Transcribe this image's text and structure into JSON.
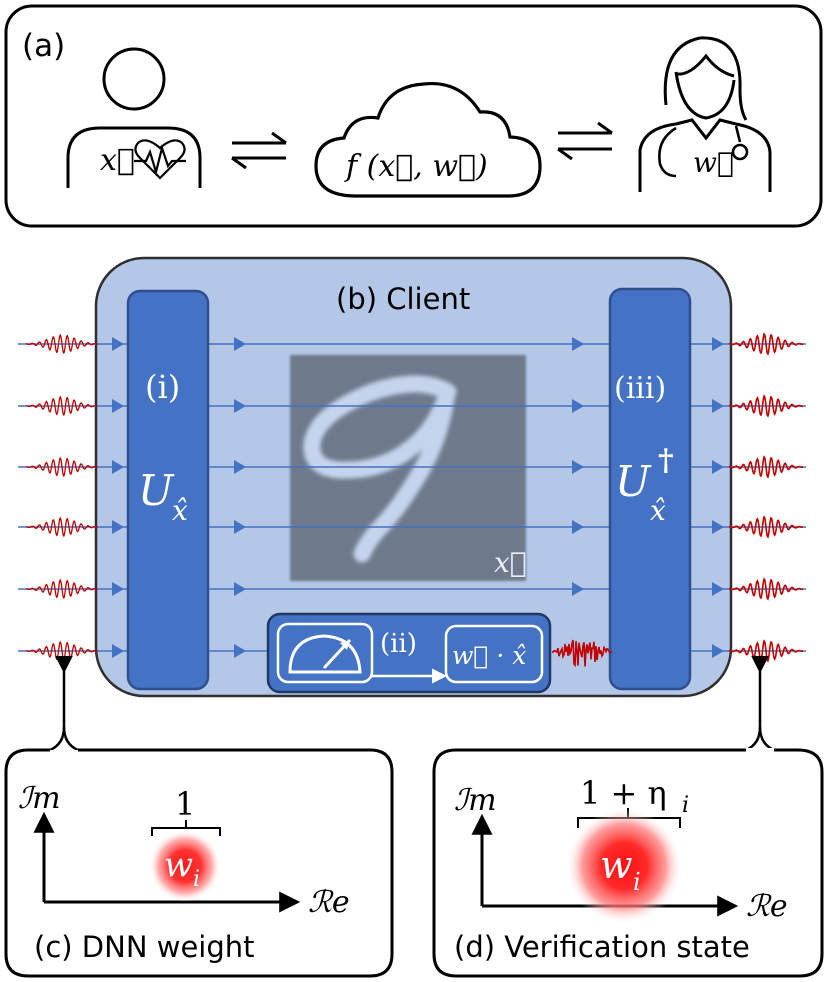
{
  "panel_a": {
    "label": "(a)",
    "patient_data": "x⃗",
    "cloud_function": "f (x⃗, w⃗)",
    "doctor_weights": "w⃗",
    "icons": [
      "person-icon",
      "heartbeat-icon",
      "exchange-arrows-icon",
      "cloud-icon",
      "doctor-icon",
      "stethoscope-icon"
    ]
  },
  "panel_b": {
    "label": "(b) Client",
    "encoder_label": "(i)",
    "encoder_op": "U",
    "encoder_sub": "x̂",
    "measure_label": "(ii)",
    "product": "w⃗ · x̂",
    "decoder_label": "(iii)",
    "decoder_op": "U",
    "decoder_dagger": "†",
    "decoder_sub": "x̂",
    "image_label": "x⃗",
    "digit": "9",
    "icons": [
      "meter-icon",
      "pulse-icon",
      "noise-icon"
    ]
  },
  "panel_c": {
    "axis_im": "ℐm",
    "axis_re": "ℛe",
    "brace_label": "1",
    "weight": "w",
    "weight_sub": "i",
    "caption": "(c) DNN weight"
  },
  "panel_d": {
    "axis_im": "ℐm",
    "axis_re": "ℛe",
    "brace_label": "1 + η",
    "brace_sub": "i",
    "weight": "w",
    "weight_sub": "i",
    "caption": "(d) Verification state"
  },
  "colors": {
    "panel_fill": "#b4c7e7",
    "block_fill": "#4472c4",
    "block_stroke": "#2f4f8f",
    "wire": "#4472c4",
    "pulse": "#c00000",
    "image_bg": "#6e7a8c",
    "digit": "#c4d4ec"
  }
}
